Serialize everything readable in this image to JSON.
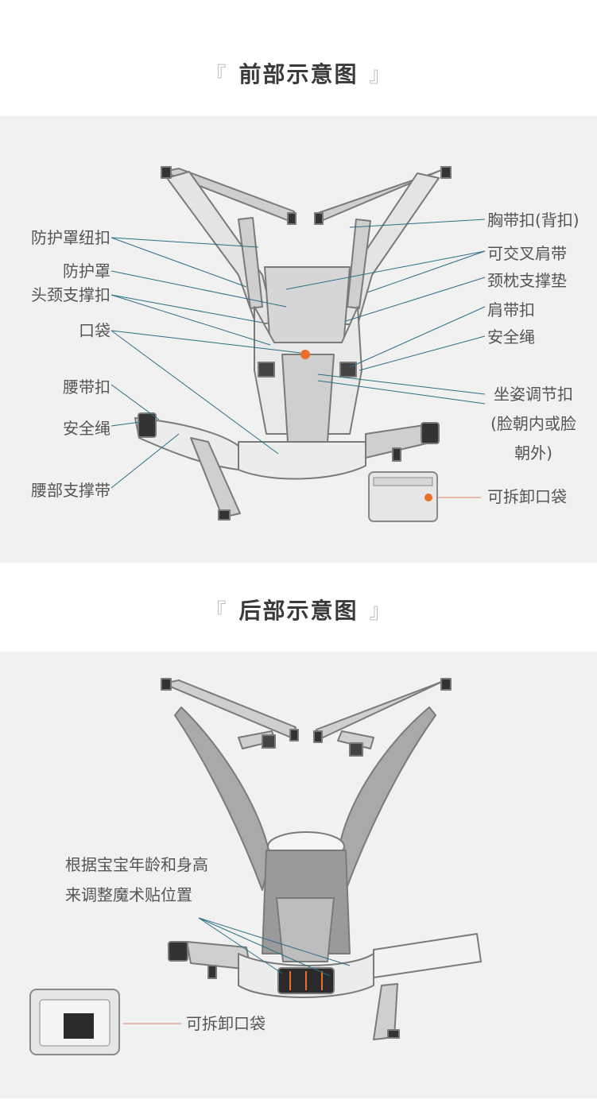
{
  "front": {
    "title": "前部示意图",
    "bracket_open": "『",
    "bracket_close": "』",
    "labels_left": {
      "cover_button": "防护罩纽扣",
      "cover": "防护罩",
      "head_support_button": "头颈支撑扣",
      "pocket": "口袋",
      "waist_buckle": "腰带扣",
      "safety_cord": "安全绳",
      "waist_belt": "腰部支撑带"
    },
    "labels_right": {
      "chest_buckle": "胸带扣(背扣)",
      "crossable_straps": "可交叉肩带",
      "neck_pillow": "颈枕支撑垫",
      "shoulder_buckle": "肩带扣",
      "safety_cord": "安全绳",
      "seat_adjust_line1": "坐姿调节扣",
      "seat_adjust_line2": "(脸朝内或脸",
      "seat_adjust_line3": "朝外)",
      "detachable_pouch": "可拆卸口袋"
    }
  },
  "back": {
    "title": "后部示意图",
    "bracket_open": "『",
    "bracket_close": "』",
    "velcro_line1": "根据宝宝年龄和身高",
    "velcro_line2": "来调整魔术贴位置",
    "detachable_pouch": "可拆卸口袋"
  },
  "colors": {
    "leader_line": "#2b6f86",
    "pouch_line": "#e08060",
    "strap_fill": "#c9c9c9",
    "strap_stroke": "#7a7a7a",
    "panel_bg": "#f1f1f1",
    "logo": "#e8702a"
  }
}
